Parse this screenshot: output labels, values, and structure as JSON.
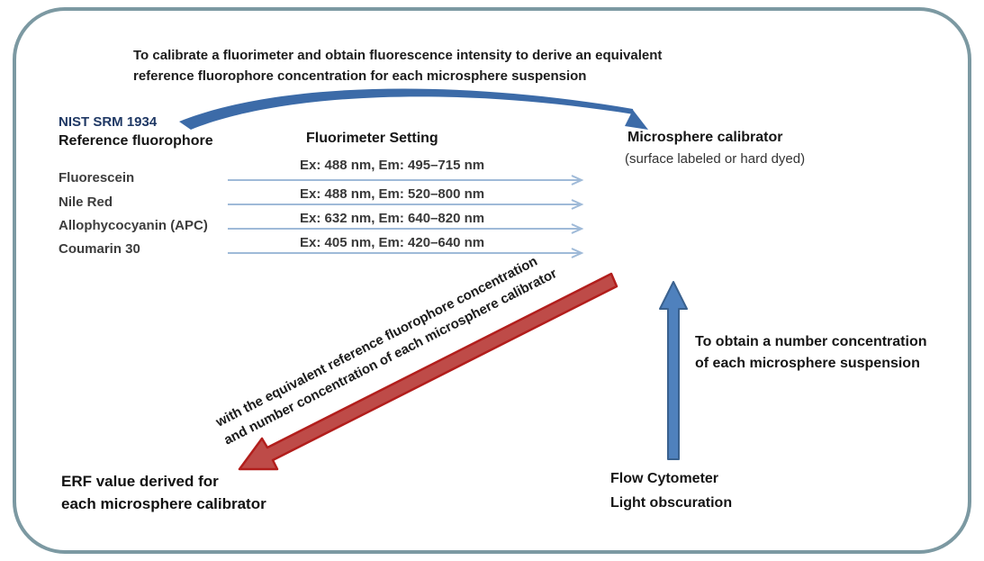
{
  "top_note": {
    "line1": "To calibrate a fluorimeter and obtain fluorescence intensity to derive an equivalent",
    "line2": "reference fluorophore concentration for each microsphere suspension"
  },
  "columns": {
    "srm_label": "NIST SRM 1934",
    "reference_header": "Reference fluorophore",
    "setting_header": "Fluorimeter Setting",
    "calibrator_header": "Microsphere calibrator",
    "calibrator_sub": "(surface labeled or hard dyed)"
  },
  "rows": [
    {
      "fluorophore": "Fluorescein",
      "setting": "Ex: 488 nm, Em: 495–715 nm"
    },
    {
      "fluorophore": "Nile Red",
      "setting": "Ex: 488 nm, Em: 520–800 nm"
    },
    {
      "fluorophore": "Allophycocyanin (APC)",
      "setting": "Ex: 632 nm, Em: 640–820 nm"
    },
    {
      "fluorophore": "Coumarin 30",
      "setting": "Ex: 405 nm, Em: 420–640 nm"
    }
  ],
  "red_arrow_note": {
    "line1": "with the equivalent reference fluorophore concentration",
    "line2": "and number concentration of each microsphere calibrator"
  },
  "erf_note": {
    "line1": "ERF value derived for",
    "line2": "each microsphere calibrator"
  },
  "number_note": {
    "line1": "To obtain a number concentration",
    "line2": "of each microsphere suspension"
  },
  "flow_note": {
    "line1": "Flow Cytometer",
    "line2": "Light obscuration"
  },
  "colors": {
    "frame_border": "#7C99A2",
    "arc_blue": "#3C6BA8",
    "row_arrow_blue": "#9FBAD8",
    "red_arrow_fill": "#BE4B48",
    "red_arrow_stroke": "#B21E1C",
    "up_arrow_fill": "#4F81BD",
    "up_arrow_stroke": "#3A618E",
    "nist_text": "#1F3864"
  }
}
